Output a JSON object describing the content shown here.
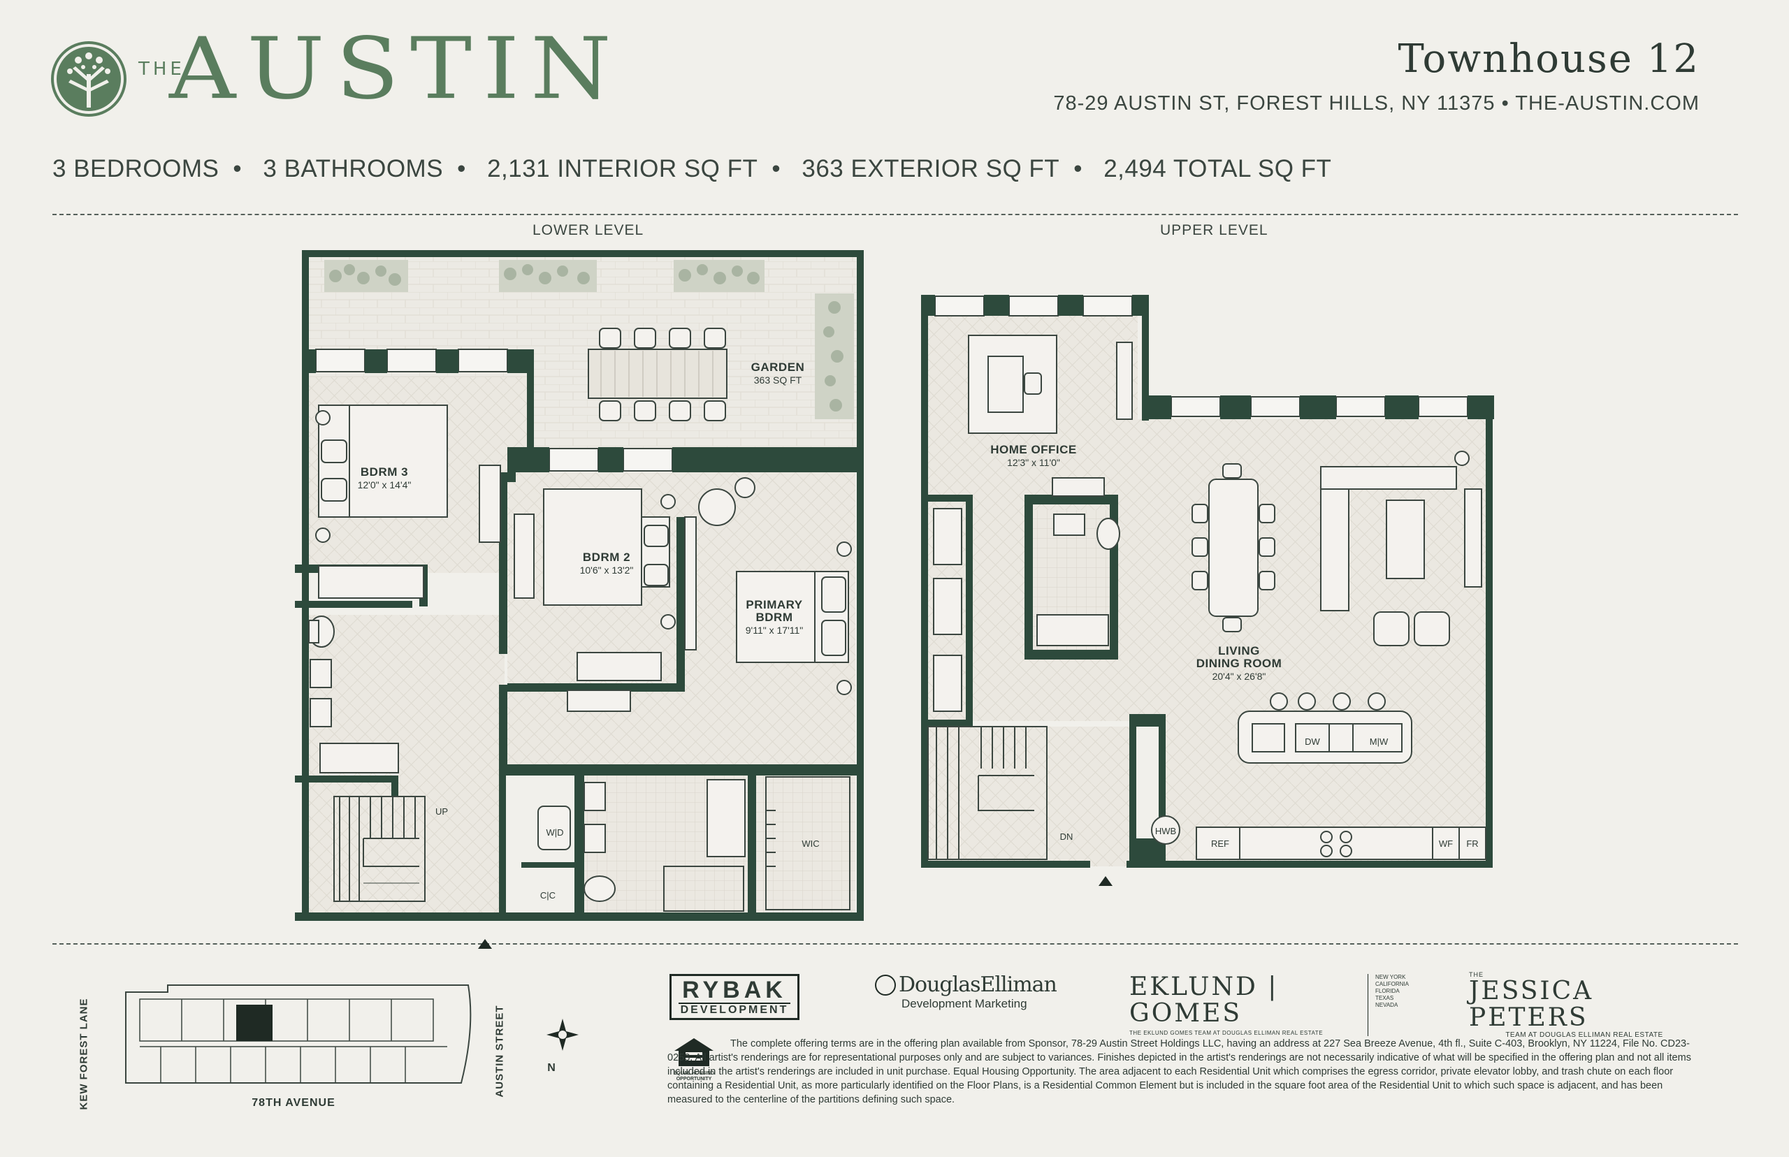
{
  "brand": {
    "the": "THE",
    "name": "AUSTIN"
  },
  "unit": {
    "title": "Townhouse 12",
    "address": "78-29 AUSTIN ST, FOREST HILLS, NY 11375 • THE-AUSTIN.COM"
  },
  "stats": [
    "3 BEDROOMS",
    "3 BATHROOMS",
    "2,131 INTERIOR SQ FT",
    "363 EXTERIOR SQ FT",
    "2,494 TOTAL SQ FT"
  ],
  "levels": {
    "lower": "LOWER LEVEL",
    "upper": "UPPER LEVEL"
  },
  "rooms": {
    "garden": {
      "name": "GARDEN",
      "dim": "363 SQ FT"
    },
    "bdrm3": {
      "name": "BDRM 3",
      "dim": "12'0\" x 14'4\""
    },
    "bdrm2": {
      "name": "BDRM 2",
      "dim": "10'6\" x 13'2\""
    },
    "primary": {
      "name1": "PRIMARY",
      "name2": "BDRM",
      "dim": "9'11\" x 17'11\""
    },
    "office": {
      "name": "HOME OFFICE",
      "dim": "12'3\" x 11'0\""
    },
    "living": {
      "name1": "LIVING",
      "name2": "DINING ROOM",
      "dim": "20'4\" x 26'8\""
    }
  },
  "labels": {
    "up": "UP",
    "dn": "DN",
    "wd": "W|D",
    "cc": "C|C",
    "wic": "WIC",
    "hwb": "HWB",
    "ref": "REF",
    "wf": "WF",
    "fr": "FR",
    "dw": "DW",
    "mw": "M|W"
  },
  "keyplan": {
    "west": "KEW FOREST LANE",
    "east": "AUSTIN STREET",
    "south": "78TH AVENUE",
    "north": "N"
  },
  "logos": {
    "rybak1": "RYBAK",
    "rybak2": "DEVELOPMENT",
    "de1": "DouglasElliman",
    "de2": "Development Marketing",
    "eg1": "EKLUND | GOMES",
    "eg2": "THE EKLUND GOMES TEAM AT DOUGLAS ELLIMAN REAL ESTATE",
    "eg3": [
      "NEW YORK",
      "CALIFORNIA",
      "FLORIDA",
      "TEXAS",
      "NEVADA"
    ],
    "jp0": "THE",
    "jp1": "JESSICA PETERS",
    "jp2": "TEAM AT DOUGLAS ELLIMAN REAL ESTATE",
    "eho": "EQUAL HOUSING OPPORTUNITY"
  },
  "disclaimer": "The complete offering terms are in the offering plan available from Sponsor, 78-29 Austin Street Holdings LLC, having an address at 227 Sea Breeze Avenue, 4th fl., Suite C-403, Brooklyn, NY 11224, File No. CD23-0253. All artist's renderings are for representational purposes only and are subject to variances. Finishes depicted in the artist's renderings are not necessarily indicative of what will be specified in the offering plan and not all items included in the artist's renderings are included in unit purchase. Equal Housing Opportunity. The area adjacent to each Residential Unit which comprises the egress corridor, private elevator lobby, and trash chute on each floor containing a Residential Unit, as more particularly identified on the Floor Plans, is a Residential Common Element but is included in the square foot area of the Residential Unit to which such space is adjacent, and has been measured to the centerline of the partitions defining such space.",
  "colors": {
    "wall": "#2d4a3c",
    "brand": "#5a7d5e",
    "floor": "#ebe8e1",
    "background": "#f1f0eb"
  }
}
